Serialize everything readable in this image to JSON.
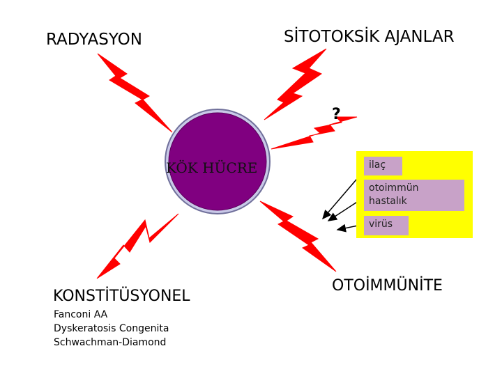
{
  "labels": {
    "radiation": "RADYASYON",
    "cytotoxic": "SİTOTOKSİK AJANLAR",
    "question": "?",
    "stem_cell": "KÖK HÜCRE",
    "constitutional": "KONSTİTÜSYONEL",
    "autoimmunity": "OTOİMMÜNİTE"
  },
  "autoimmune_causes": [
    "ilaç",
    "otoimmün hastalık",
    "virüs"
  ],
  "constitutional_list": [
    "Fanconi AA",
    "Dyskeratosis Congenita",
    "Schwachman-Diamond"
  ],
  "colors": {
    "bolt": "#ff0000",
    "cell_fill": "#800080",
    "cell_ring": "#9393c8",
    "panel": "#ffff00",
    "box": "#c8a2c8"
  }
}
